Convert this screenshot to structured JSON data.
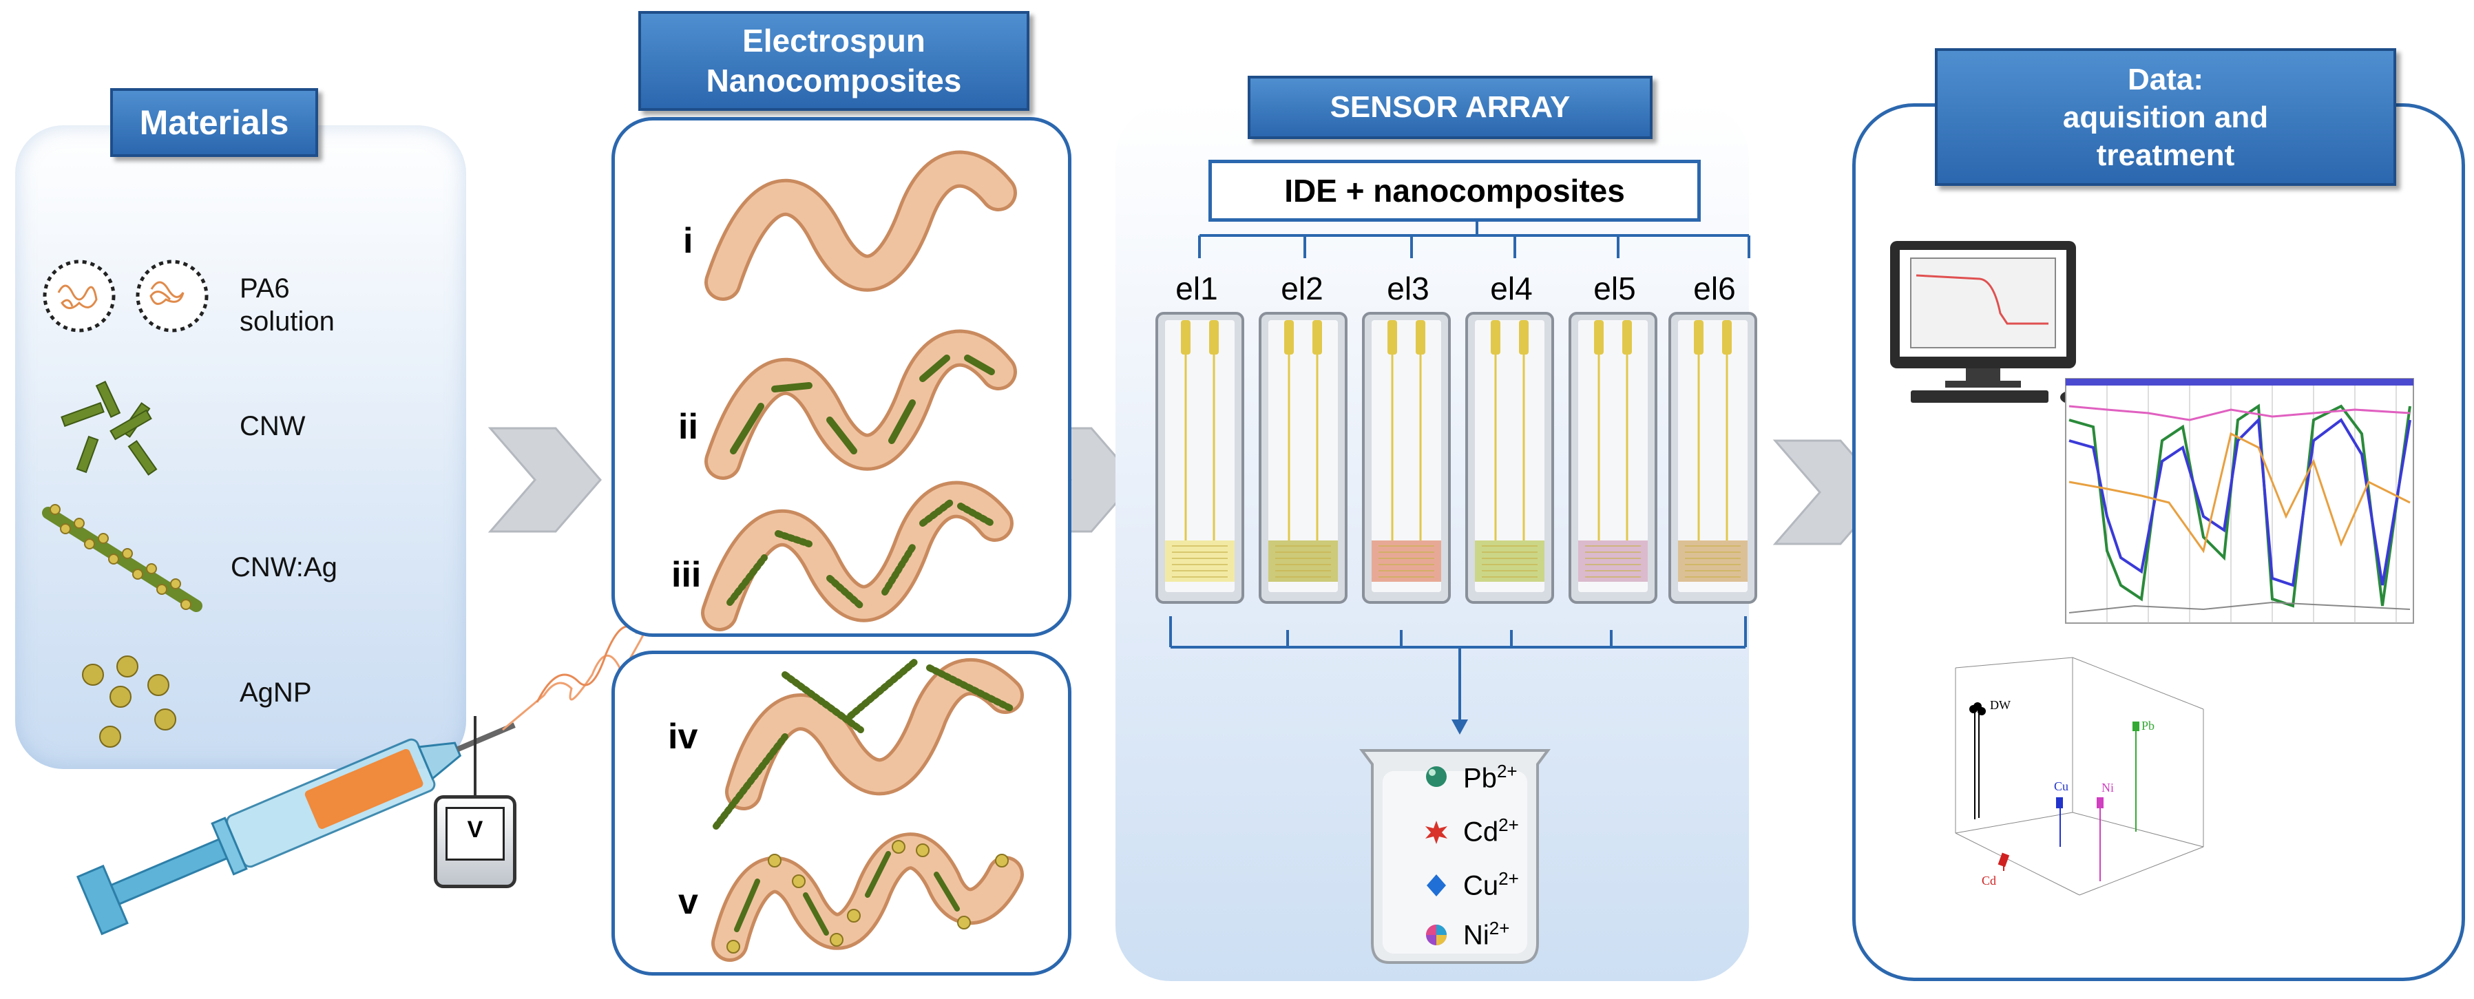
{
  "materials": {
    "title": "Materials",
    "items": [
      {
        "label_line1": "PA6",
        "label_line2": "solution"
      },
      {
        "label_line1": "CNW",
        "label_line2": ""
      },
      {
        "label_line1": "CNW:Ag",
        "label_line2": ""
      },
      {
        "label_line1": "AgNP",
        "label_line2": ""
      }
    ],
    "voltmeter_symbol": "V"
  },
  "electrospun": {
    "title_line1": "Electrospun",
    "title_line2": "Nanocomposites",
    "fibers": [
      "i",
      "ii",
      "iii",
      "iv",
      "v"
    ]
  },
  "sensor_array": {
    "title": "SENSOR ARRAY",
    "ide_label": "IDE + nanocomposites",
    "electrodes": [
      "el1",
      "el2",
      "el3",
      "el4",
      "el5",
      "el6"
    ],
    "electrode_colors": [
      "#f2e89a",
      "#c9c46a",
      "#e6a08a",
      "#c8d27a",
      "#d8b2c8",
      "#d9b98a"
    ],
    "ions": [
      {
        "symbol": "Pb",
        "charge": "2+",
        "icon": "green-sphere-icon"
      },
      {
        "symbol": "Cd",
        "charge": "2+",
        "icon": "red-star-icon"
      },
      {
        "symbol": "Cu",
        "charge": "2+",
        "icon": "blue-diamond-icon"
      },
      {
        "symbol": "Ni",
        "charge": "2+",
        "icon": "multicolor-sphere-icon"
      }
    ]
  },
  "data": {
    "title_line1": "Data:",
    "title_line2": "aquisition and",
    "title_line3": "treatment",
    "pca_labels": [
      "DW",
      "Cu",
      "Ni",
      "Pb",
      "Cd"
    ]
  },
  "colors": {
    "header_blue": "#2b67ae",
    "fiber": "#e8b38e",
    "arrow": "#d0d3d8"
  }
}
